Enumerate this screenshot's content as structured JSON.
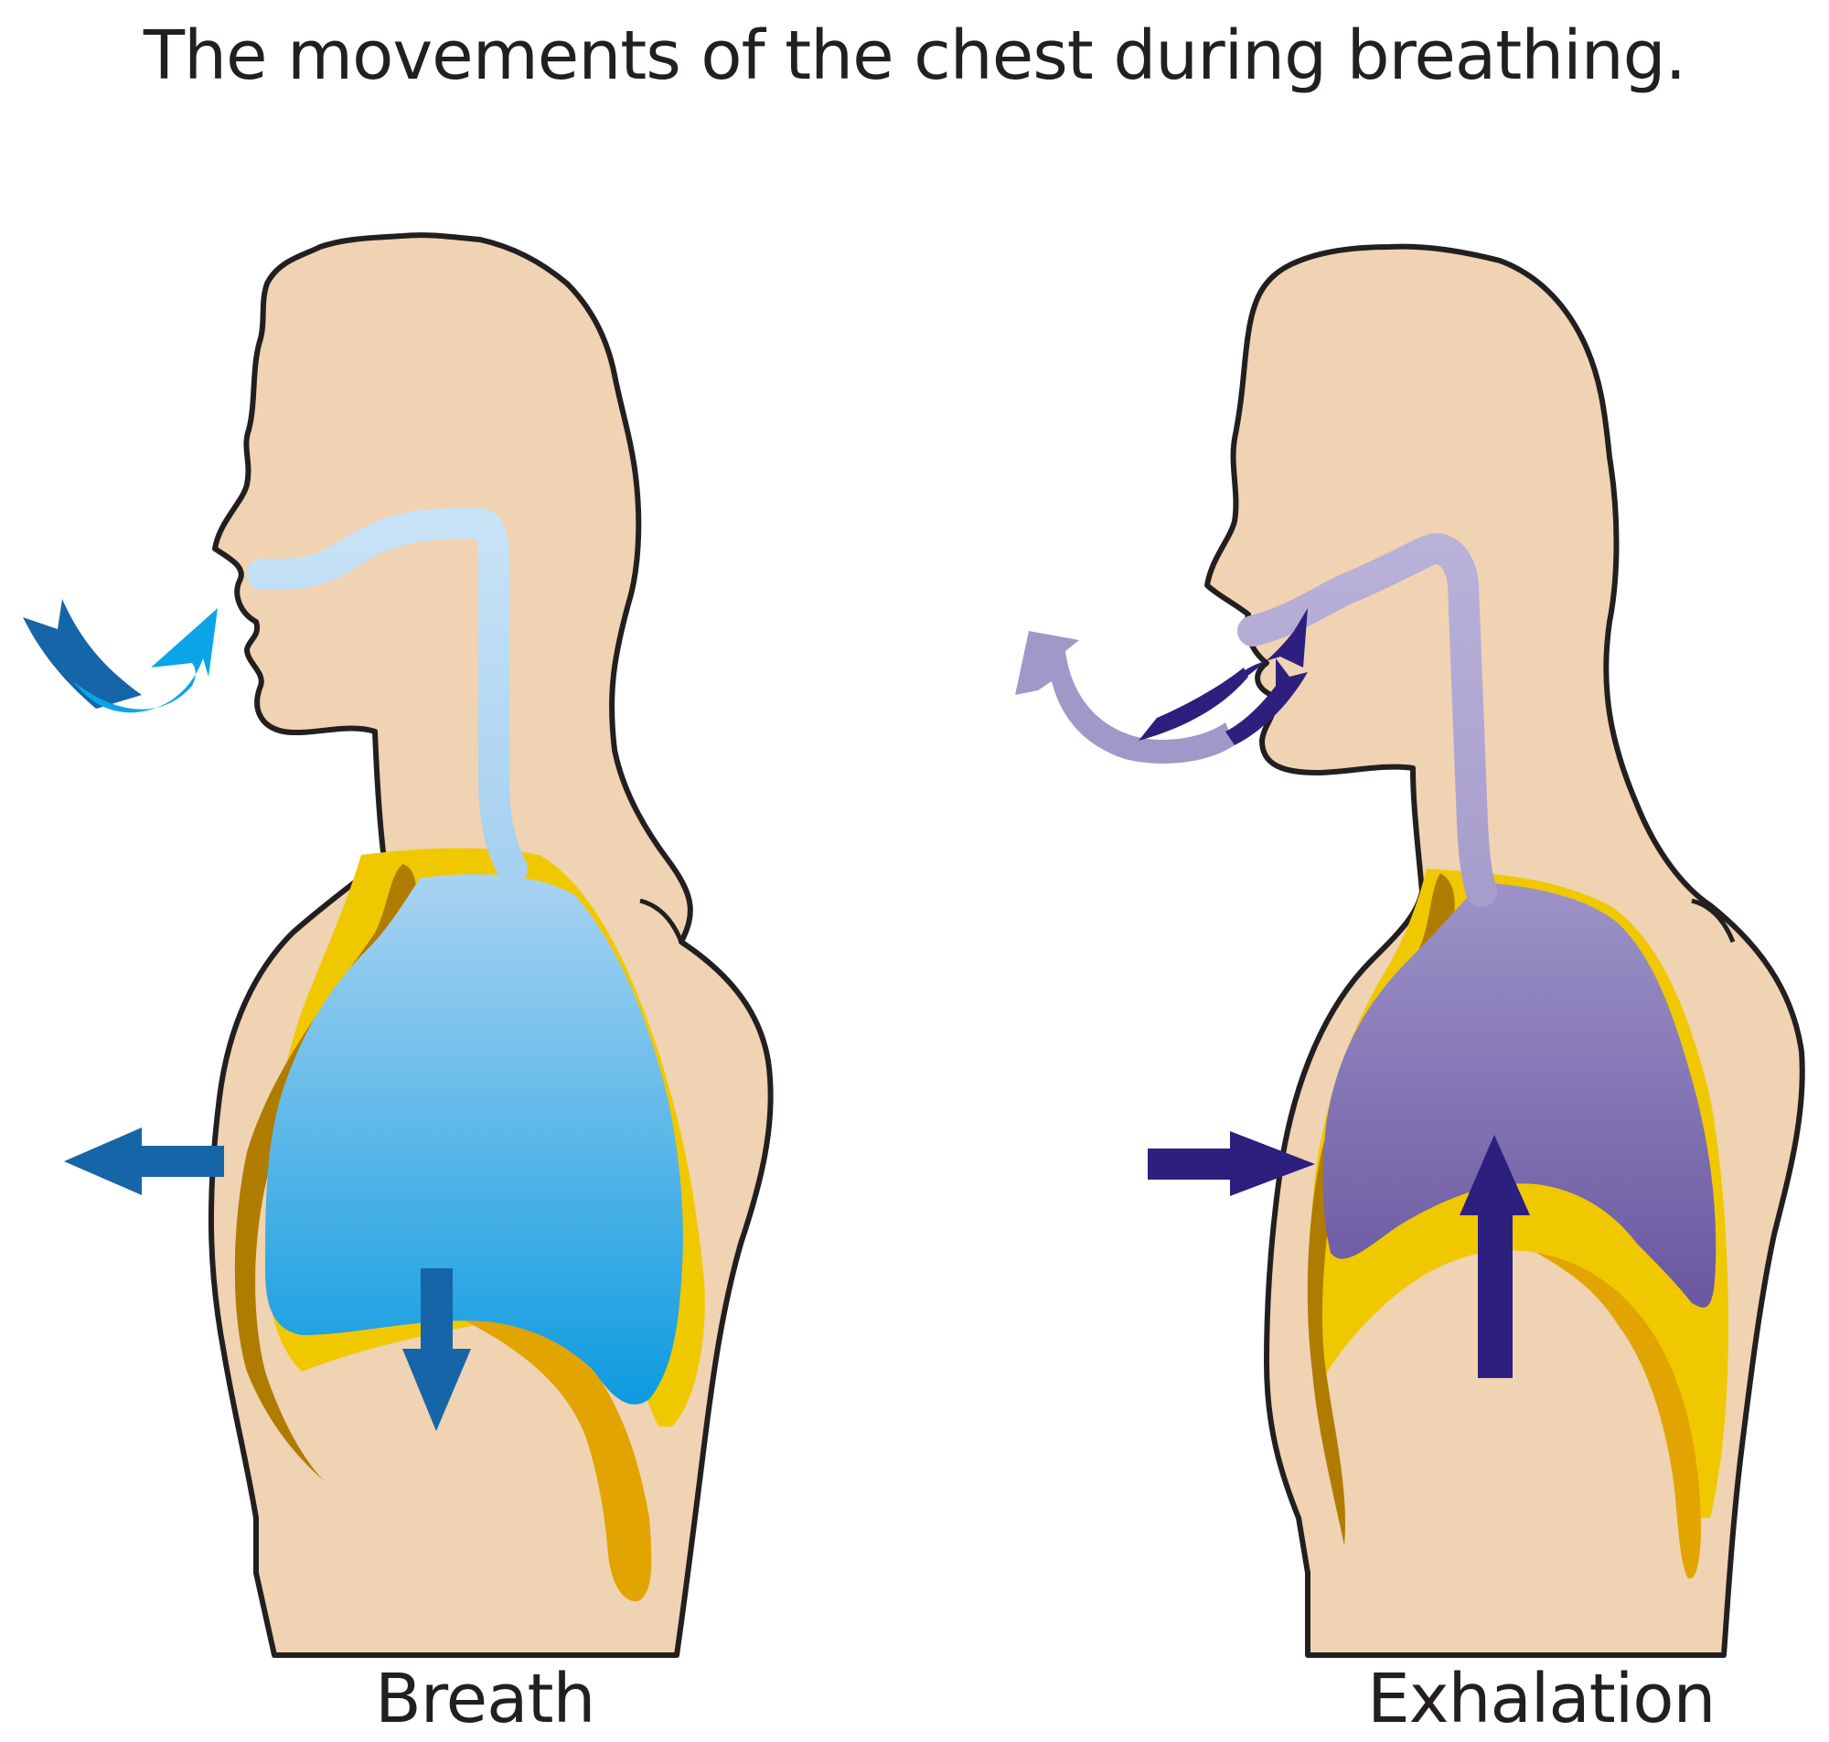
{
  "title": "The movements of the chest during breathing.",
  "panels": [
    {
      "label": "Breath",
      "phase": "inhalation",
      "colors": {
        "airway_top": "#c5e1f5",
        "lung_top": "#9ccbee",
        "lung_bottom": "#0f9ce0",
        "arrow_dark": "#1565a8",
        "arrow_light": "#0aa5e6"
      },
      "arrows": [
        "air-in-arrow",
        "chest-out-arrow",
        "diaphragm-down-arrow"
      ]
    },
    {
      "label": "Exhalation",
      "phase": "exhalation",
      "colors": {
        "airway_top": "#b9b0d8",
        "lung_top": "#9f94c9",
        "lung_bottom": "#6a59a0",
        "arrow_dark": "#2d1f7e",
        "arrow_light": "#a098c9"
      },
      "arrows": [
        "air-out-arrow",
        "chest-in-arrow",
        "diaphragm-up-arrow"
      ]
    }
  ],
  "palette": {
    "skin": "#efd3b2",
    "outline": "#231f20",
    "pleura": "#f0c800",
    "rib_dark": "#b07c00",
    "rib_mid": "#e2a400"
  }
}
